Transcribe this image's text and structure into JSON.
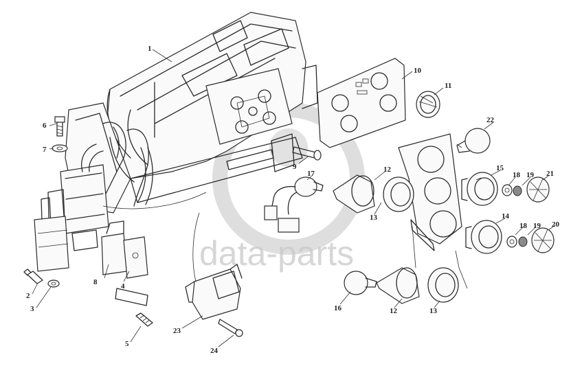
{
  "watermark": {
    "text": "data-parts",
    "color": "#c9c9c9"
  },
  "labels": {
    "p1": "1",
    "p2": "2",
    "p3": "3",
    "p4": "4",
    "p5": "5",
    "p6": "6",
    "p7": "7",
    "p8": "8",
    "p9": "9",
    "p10": "10",
    "p11": "11",
    "p12a": "12",
    "p12b": "12",
    "p13a": "13",
    "p13b": "13",
    "p14": "14",
    "p15": "15",
    "p16": "16",
    "p17": "17",
    "p18a": "18",
    "p18b": "18",
    "p19a": "19",
    "p19b": "19",
    "p20": "20",
    "p21": "21",
    "p22": "22",
    "p23": "23",
    "p24": "24"
  }
}
